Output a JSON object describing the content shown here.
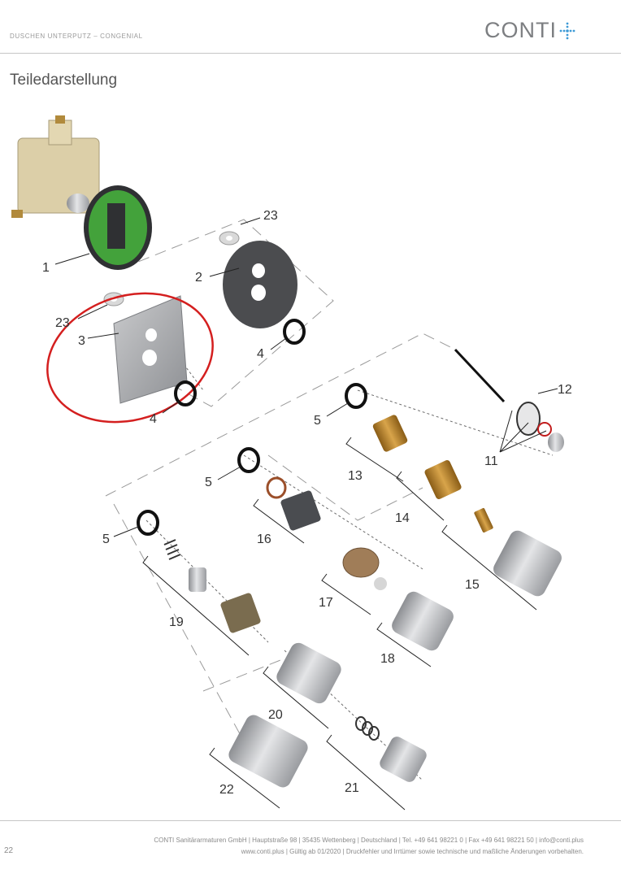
{
  "header": {
    "section": "DUSCHEN UNTERPUTZ – CONGENIAL",
    "brand": "CONTI"
  },
  "title": "Teiledarstellung",
  "diagram": {
    "part_labels": [
      "1",
      "2",
      "3",
      "4",
      "4",
      "5",
      "5",
      "5",
      "11",
      "12",
      "13",
      "14",
      "15",
      "16",
      "17",
      "18",
      "19",
      "20",
      "21",
      "22",
      "23",
      "23"
    ],
    "highlight_color": "#d41f1f"
  },
  "footer": {
    "line1": "CONTI Sanitärarmaturen GmbH | Hauptstraße 98 | 35435 Wettenberg | Deutschland | Tel. +49 641 98221 0 | Fax +49 641 98221 50 | info@conti.plus",
    "line2": "www.conti.plus | Gültig ab 01/2020 | Druckfehler und Irrtümer sowie technische und maßliche Änderungen vorbehalten.",
    "page_number": "22"
  }
}
